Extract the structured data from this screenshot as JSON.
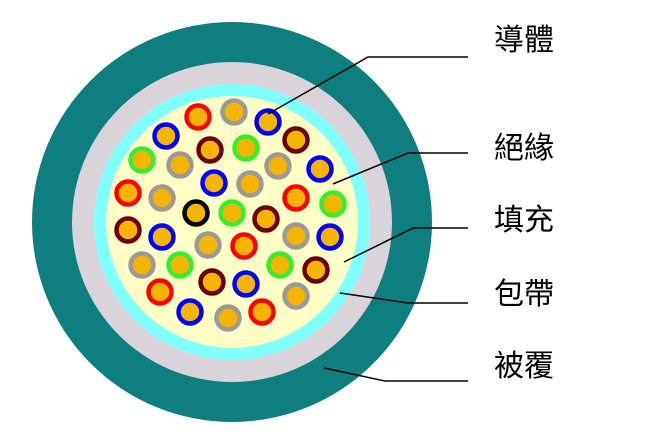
{
  "labels": {
    "conductor": "導體",
    "insulation": "絕緣",
    "filler": "填充",
    "wrapping_tape": "包帶",
    "sheath": "被覆"
  },
  "colors": {
    "sheath": "#0e7e7e",
    "wrapping_tape": "#d9d4d9",
    "inner_band": "#80ffff",
    "filler": "#ffffc6",
    "conductor": "#f5b400",
    "leader_line": "#000000",
    "insulation_red": "#ff0000",
    "insulation_blue": "#0000ff",
    "insulation_brown": "#6b0000",
    "insulation_green": "#33ee33",
    "insulation_gray": "#9a9a9a",
    "insulation_black": "#000000"
  }
}
